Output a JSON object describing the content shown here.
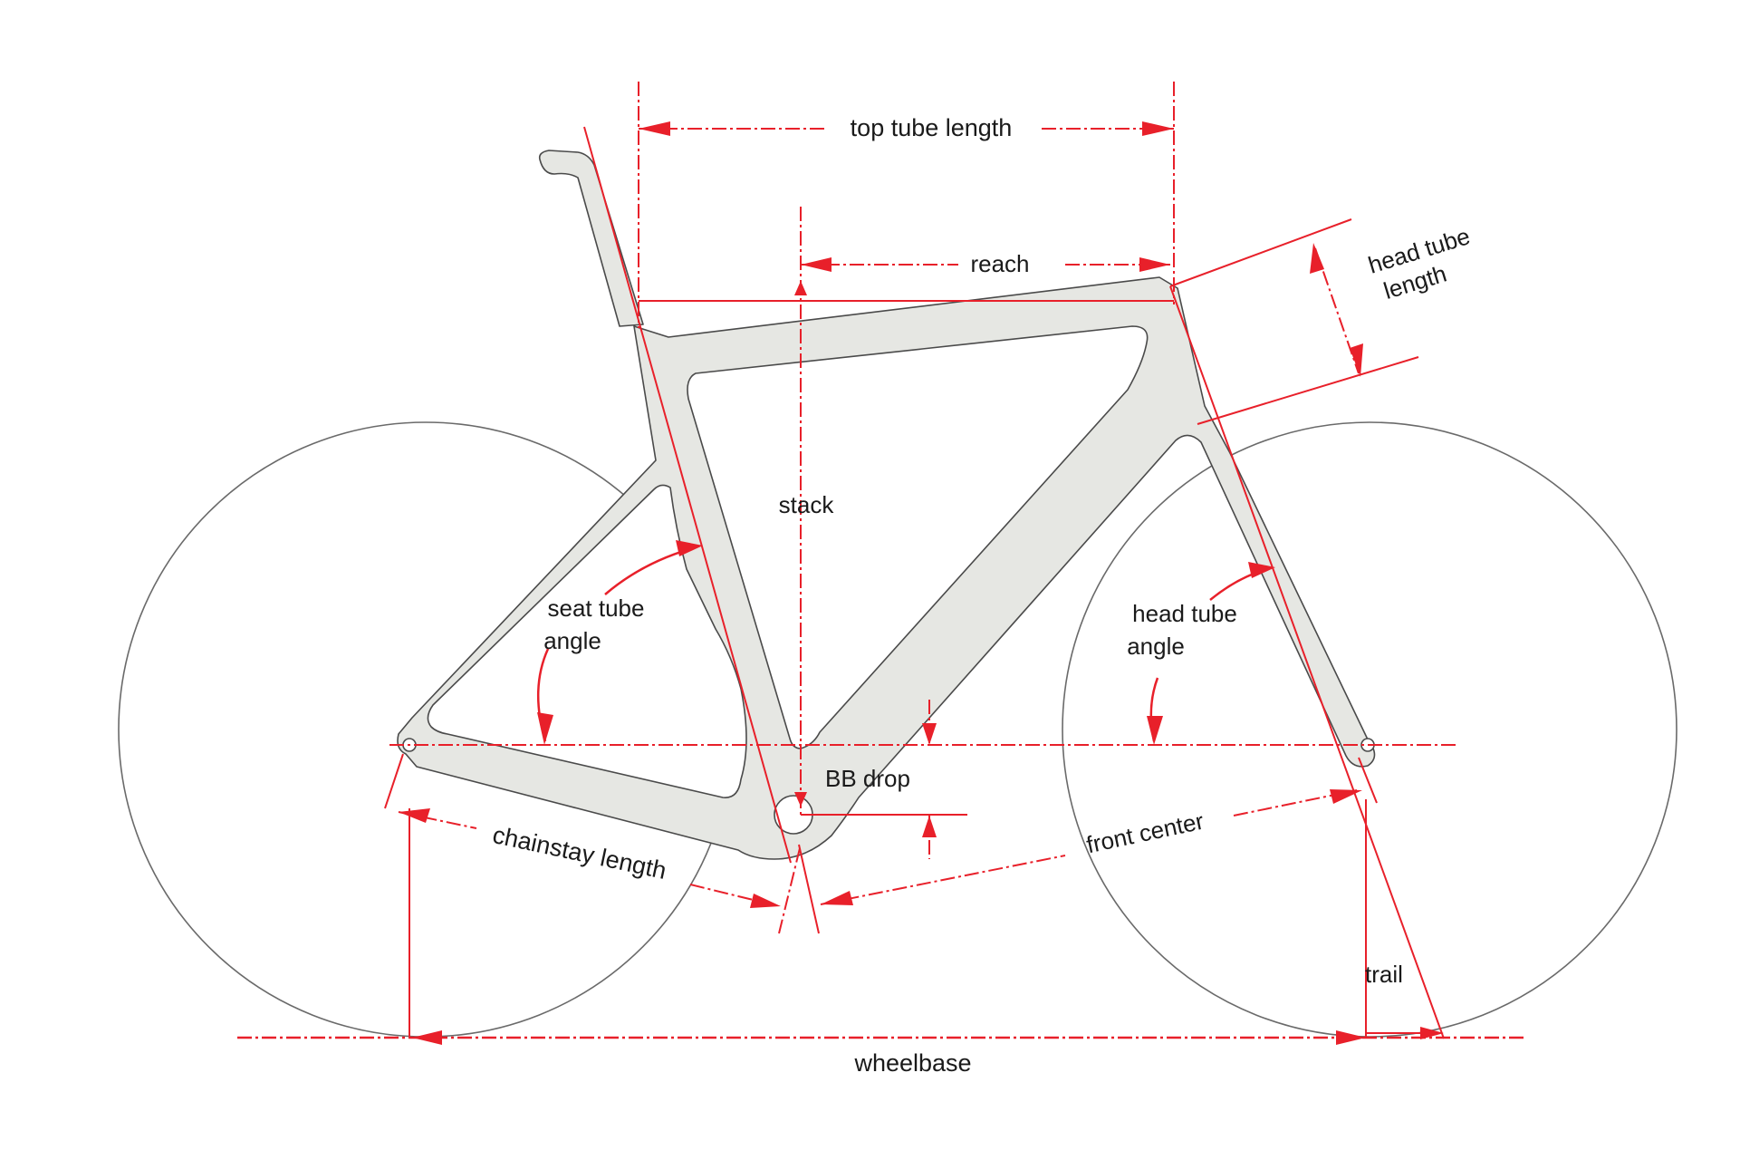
{
  "colors": {
    "dimension": "#e8202a",
    "frame_fill": "#e6e7e3",
    "outline": "#4a4a4a",
    "text": "#1a1a1a"
  },
  "labels": {
    "top_tube_length": "top tube length",
    "reach": "reach",
    "head_tube_length_1": "head tube",
    "head_tube_length_2": "length",
    "stack": "stack",
    "seat_tube_angle_1": "seat tube",
    "seat_tube_angle_2": "angle",
    "head_tube_angle_1": "head tube",
    "head_tube_angle_2": "angle",
    "bb_drop": "BB drop",
    "chainstay_length": "chainstay length",
    "front_center": "front center",
    "trail": "trail",
    "wheelbase": "wheelbase"
  }
}
